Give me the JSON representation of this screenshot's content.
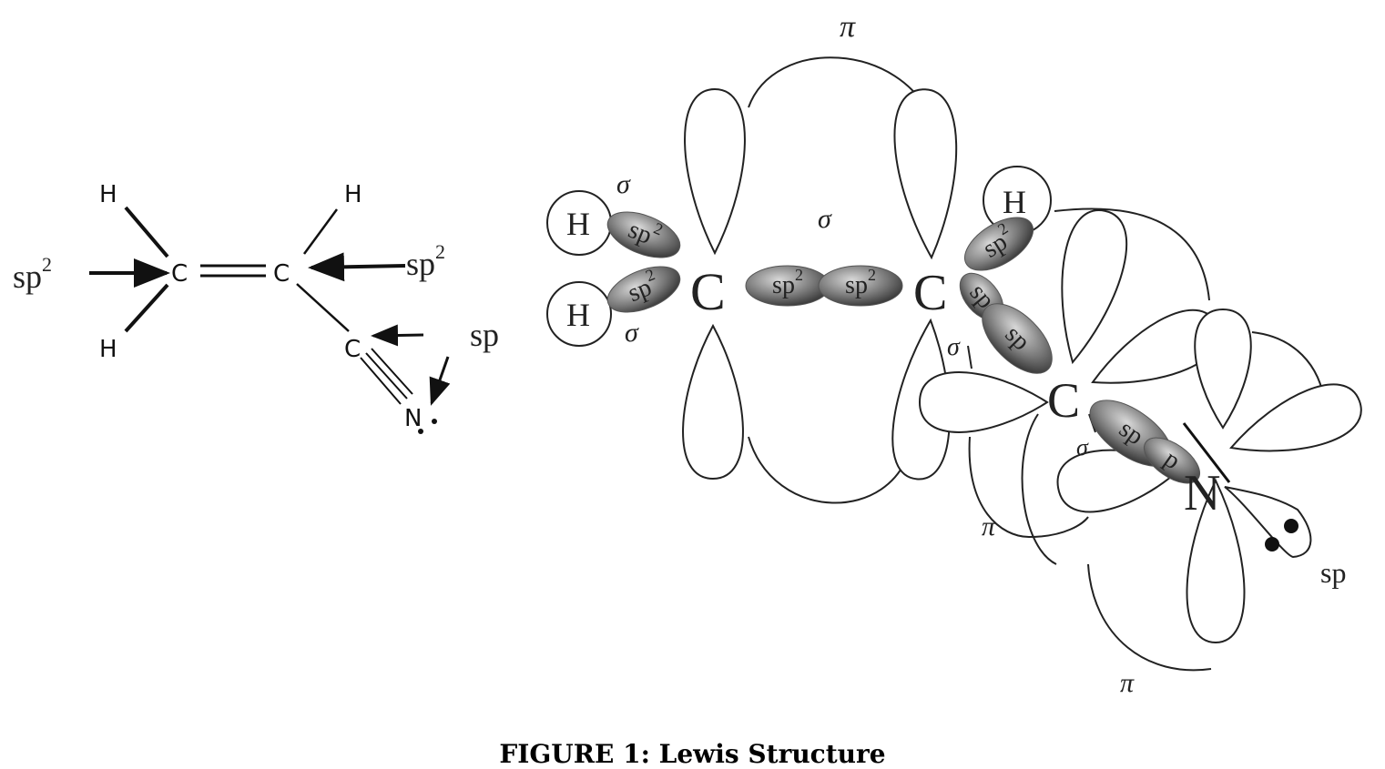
{
  "left_structure": {
    "sp2_left": {
      "base": "sp",
      "sup": "2"
    },
    "sp2_right": {
      "base": "sp",
      "sup": "2"
    },
    "sp_right": "sp",
    "atoms": {
      "c1": "C",
      "c2": "C",
      "c3": "C",
      "n": "N",
      "h1": "H",
      "h2": "H",
      "h3": "H"
    }
  },
  "orbital_diagram": {
    "pi_top": "π",
    "pi_mid": "π",
    "pi_bottom": "π",
    "sigma_labels": [
      "σ",
      "σ",
      "σ",
      "σ",
      "σ"
    ],
    "h_labels": [
      "H",
      "H",
      "H"
    ],
    "c_labels": [
      "C",
      "C",
      "C"
    ],
    "n_label": "N",
    "hybrid_labels": [
      {
        "base": "sp",
        "sup": "2"
      },
      {
        "base": "sp",
        "sup": "2"
      },
      {
        "base": "sp",
        "sup": "2"
      },
      {
        "base": "sp",
        "sup": "2"
      },
      {
        "base": "sp",
        "sup": "2"
      },
      {
        "base": "sp",
        "sup": ""
      },
      {
        "base": "sp",
        "sup": ""
      },
      {
        "base": "sp",
        "sup": ""
      },
      {
        "base": "p",
        "sup": ""
      }
    ],
    "lone_pair_label": "sp",
    "shaded_orbital_color": "#555555"
  },
  "caption": "FIGURE 1: Lewis Structure"
}
